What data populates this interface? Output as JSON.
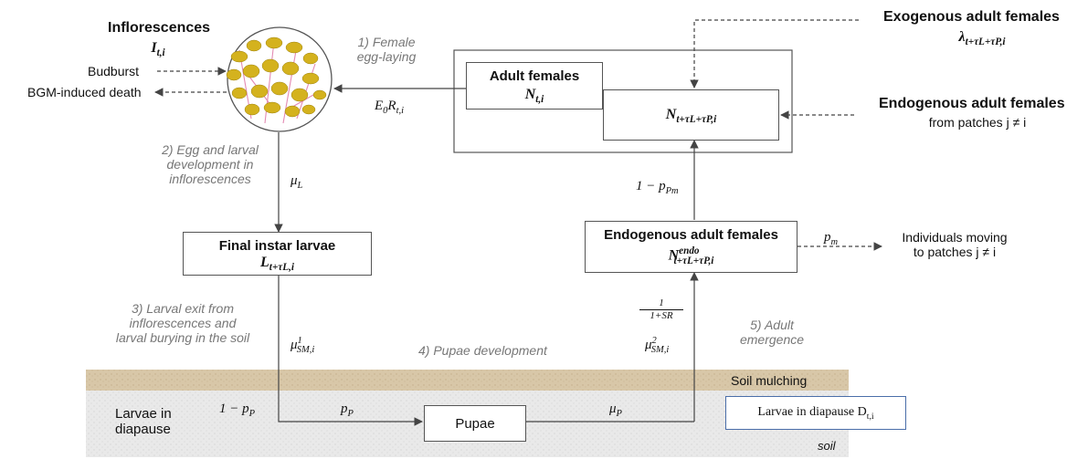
{
  "inflorescences": {
    "title": "Inflorescences",
    "symbol": "I",
    "symbol_sub": "t,i",
    "budburst": "Budburst",
    "bgm_death": "BGM-induced death"
  },
  "steps": {
    "s1_line1": "1) Female",
    "s1_line2": "egg-laying",
    "s2_line1": "2) Egg and larval",
    "s2_line2": "development in",
    "s2_line3": "inflorescences",
    "s3_line1": "3) Larval exit from",
    "s3_line2": "inflorescences and",
    "s3_line3": "larval burying in the soil",
    "s4": "4) Pupae development",
    "s5_line1": "5) Adult",
    "s5_line2": "emergence"
  },
  "params": {
    "egg_laying": "E",
    "egg_laying_sub": "0",
    "egg_laying_R": "R",
    "egg_laying_R_sub": "t,i",
    "mu_L": "μ",
    "mu_L_sub": "L",
    "one_minus_ppm": "1 − p",
    "ppm_sub": "Pm",
    "p_m": "p",
    "p_m_sub": "m",
    "frac_num": "1",
    "frac_den": "1+SR",
    "mu_sm2": "μ",
    "mu_sm2_sup": "2",
    "mu_sm2_sub": "SM,i",
    "mu_sm1": "μ",
    "mu_sm1_sup": "1",
    "mu_sm1_sub": "SM,i",
    "one_minus_pp": "1 − p",
    "pp_sub": "P",
    "p_p": "p",
    "p_p_sub": "P",
    "mu_p": "μ",
    "mu_p_sub": "P"
  },
  "adult_females": {
    "title": "Adult females",
    "symbol": "N",
    "symbol_sub": "t,i",
    "future_symbol": "N",
    "future_sub": "t+τL+τP,i"
  },
  "exogenous": {
    "title": "Exogenous adult females",
    "symbol": "λ",
    "symbol_sub": "t+τL+τP,i"
  },
  "endogenous_patches": {
    "title": "Endogenous adult females",
    "subtitle": "from patches j ≠ i"
  },
  "final_instar": {
    "title": "Final instar larvae",
    "symbol": "L",
    "symbol_sub": "t+τL,i"
  },
  "endogenous_box": {
    "title": "Endogenous adult females",
    "symbol": "N",
    "symbol_sup": "endo",
    "symbol_sub": "t+τL+τP,i"
  },
  "moving": {
    "line1": "Individuals moving",
    "line2": "to patches j ≠ i"
  },
  "soil": {
    "mulching": "Soil mulching",
    "soil": "soil",
    "larvae_diapause_l1": "Larvae in",
    "larvae_diapause_l2": "diapause",
    "pupae": "Pupae",
    "larvae_diapause_box": "Larvae in diapause D",
    "larvae_diapause_box_sub": "t,i"
  },
  "colors": {
    "mulch": "#d8c7a8",
    "soil": "#e9e9e9",
    "arrow": "#444444",
    "step_text": "#777777",
    "flower": "#d4b21e",
    "stem": "#e38ab3"
  }
}
